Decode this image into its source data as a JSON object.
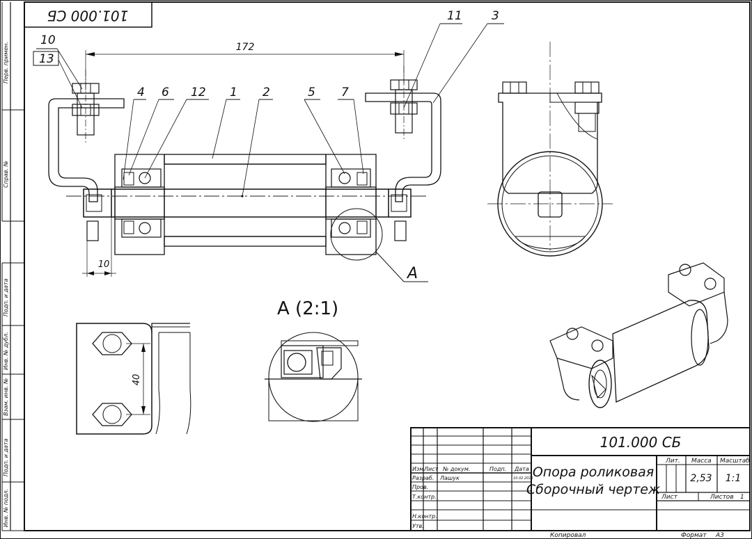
{
  "stamp_top": "101.000 СБ",
  "dims": {
    "d172": "172",
    "d10": "10",
    "d40": "40"
  },
  "balloons": [
    "10",
    "13",
    "4",
    "6",
    "12",
    "1",
    "2",
    "5",
    "7",
    "11",
    "3"
  ],
  "section": {
    "letter": "A",
    "title": "A (2:1)"
  },
  "side_labels": [
    "Перв. примен.",
    "Справ. №",
    "Подп. и дата",
    "Инв. № дубл.",
    "Взам. инв. №",
    "Подп. и дата",
    "Инв. № подл."
  ],
  "title_block": {
    "designation": "101.000 СБ",
    "name_line1": "Опора роликовая",
    "name_line2": "Сборочный чертеж",
    "lit": "Лит.",
    "mass": "Масса",
    "scale": "Масштаб",
    "mass_value": "2,53",
    "scale_value": "1:1",
    "sheet": "Лист",
    "sheets": "Листов",
    "sheets_value": "1",
    "headers": [
      "Изм.",
      "Лист",
      "№ докум.",
      "Подп.",
      "Дата"
    ],
    "roles": [
      "Разраб.",
      "Пров.",
      "Т.контр.",
      "Н.контр.",
      "Утв."
    ],
    "developer": "Лашук",
    "date": "10.02.2016"
  },
  "footer": {
    "copied": "Копировал",
    "format": "Формат",
    "format_value": "А3"
  }
}
